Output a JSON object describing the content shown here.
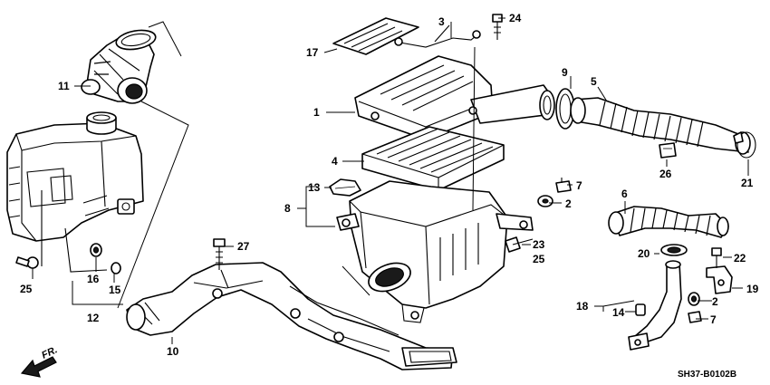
{
  "diagram_code": "SH37-B0102B",
  "direction_label": "FR.",
  "callouts": {
    "c1": "1",
    "c2a": "2",
    "c2b": "2",
    "c3": "3",
    "c4": "4",
    "c5": "5",
    "c6": "6",
    "c7a": "7",
    "c7b": "7",
    "c8": "8",
    "c9": "9",
    "c10": "10",
    "c11": "11",
    "c12": "12",
    "c13": "13",
    "c14": "14",
    "c15": "15",
    "c16": "16",
    "c17": "17",
    "c18": "18",
    "c19": "19",
    "c20": "20",
    "c21": "21",
    "c22": "22",
    "c23": "23",
    "c24": "24",
    "c25a": "25",
    "c25b": "25",
    "c26": "26",
    "c27": "27"
  }
}
